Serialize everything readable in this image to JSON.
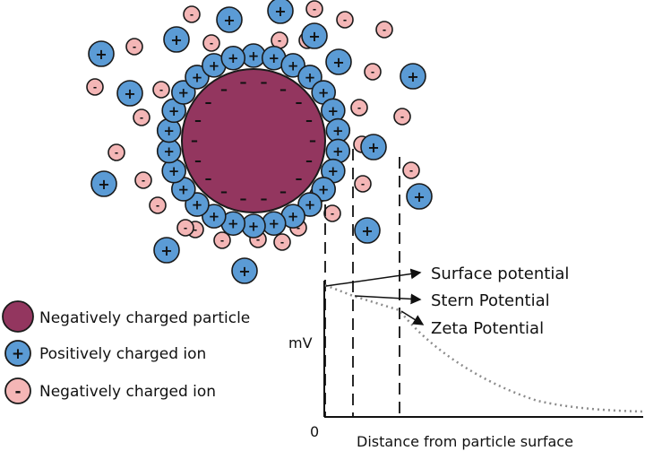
{
  "colors": {
    "particle": "#93365f",
    "positive_ion": "#5b9bd5",
    "negative_ion": "#f4b6b6",
    "outline": "#1a1a1a",
    "potential_curve": "#8c8c8c"
  },
  "particle_charge_symbol": "–",
  "positive_symbol": "+",
  "negative_symbol": "-",
  "legend": {
    "particle": "Negatively charged particle",
    "positive_ion": "Positively charged ion",
    "negative_ion": "Negatively charged ion"
  },
  "plot": {
    "ylabel": "mV",
    "origin": "0",
    "xlabel": "Distance from particle surface",
    "annotations": {
      "surface": "Surface potential",
      "stern": "Stern Potential",
      "zeta": "Zeta Potential"
    }
  }
}
